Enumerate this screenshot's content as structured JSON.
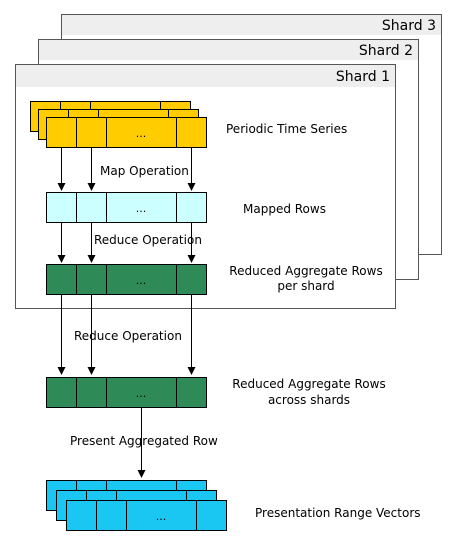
{
  "shards": [
    "Shard 3",
    "Shard 2",
    "Shard 1"
  ],
  "ellipsis": "...",
  "stages": {
    "time_series": {
      "label": "Periodic Time Series",
      "color": "#ffcc00"
    },
    "map": {
      "label": "Map Operation"
    },
    "mapped_rows": {
      "label": "Mapped Rows",
      "color": "#ccffff"
    },
    "reduce_shard": {
      "label": "Reduce Operation"
    },
    "reduced_per_shard": {
      "label_line1": "Reduced Aggregate Rows",
      "label_line2": "per shard",
      "color": "#2e8b57"
    },
    "reduce_across": {
      "label": "Reduce Operation"
    },
    "reduced_across_shards": {
      "label_line1": "Reduced Aggregate Rows",
      "label_line2": "across shards",
      "color": "#2e8b57"
    },
    "present": {
      "label": "Present Aggregated Row"
    },
    "presentation": {
      "label": "Presentation Range Vectors",
      "color": "#1ac6f2"
    }
  },
  "colors": {
    "shard_fill": "#ffffff",
    "shard_header": "#eeeeee",
    "stroke": "#555555"
  }
}
